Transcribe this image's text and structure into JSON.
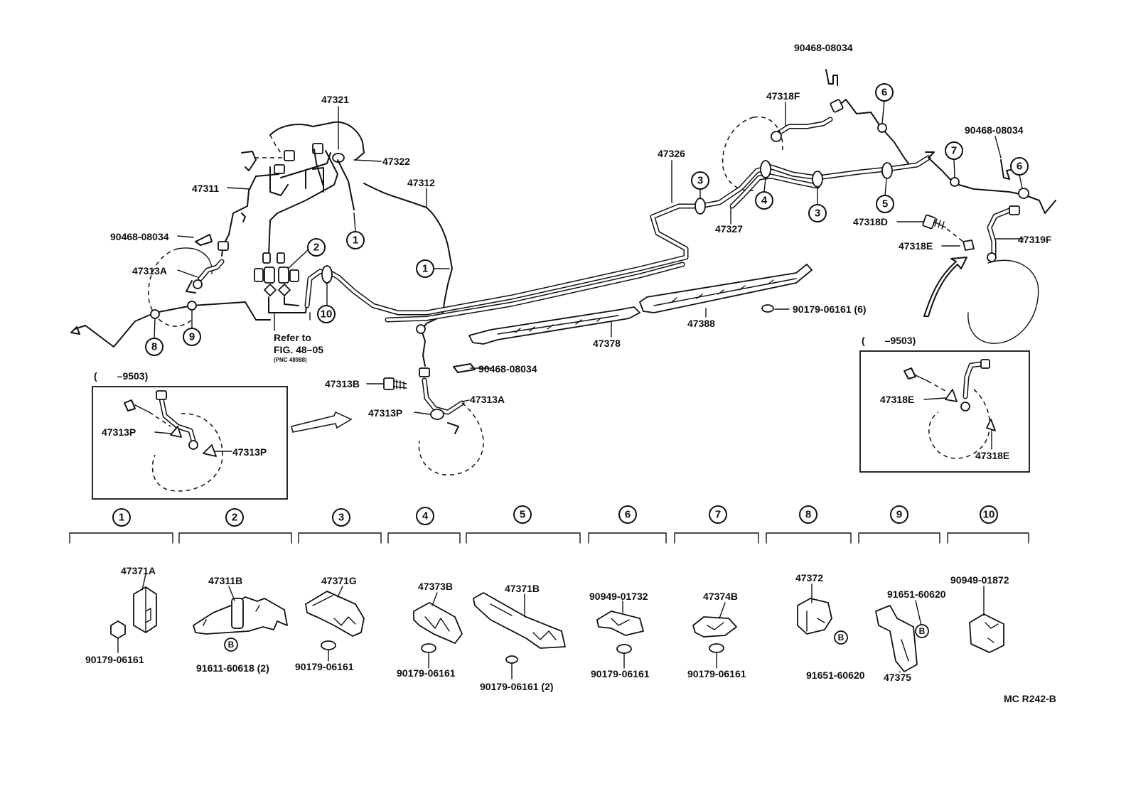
{
  "labels": {
    "p47321": "47321",
    "p47322": "47322",
    "p47312": "47312",
    "p47311": "47311",
    "clip_left": "90468-08034",
    "p47313A_left": "47313A",
    "refer1": "Refer to",
    "refer2": "FIG. 48–05",
    "refer3": "(PNC 48988)",
    "p47326": "47326",
    "p47327": "47327",
    "p47318F": "47318F",
    "clip_top": "90468-08034",
    "clip_right": "90468-08034",
    "p47318D": "47318D",
    "p47318E_main": "47318E",
    "p47319F": "47319F",
    "nut_6": "90179-06161 (6)",
    "p47388": "47388",
    "p47378": "47378",
    "clip_mid": "90468-08034",
    "p47313B": "47313B",
    "p47313A_mid": "47313A",
    "p47313P_mid": "47313P",
    "inset_left_range": "(　　–9503)",
    "inset_left_p1": "47313P",
    "inset_left_p2": "47313P",
    "inset_right_range": "(　　–9503)",
    "inset_right_p1": "47318E",
    "inset_right_p2": "47318E",
    "catalog_code": "MC R242-B",
    "bolt_letter": "B"
  },
  "callouts": {
    "c1": "1",
    "c2": "2",
    "c3": "3",
    "c4": "4",
    "c5": "5",
    "c6": "6",
    "c7": "7",
    "c8": "8",
    "c9": "9",
    "c10": "10"
  },
  "groups": [
    {
      "num": "1",
      "parts": [
        "47371A",
        "90179-06161"
      ]
    },
    {
      "num": "2",
      "parts": [
        "47311B",
        "91611-60618 (2)"
      ]
    },
    {
      "num": "3",
      "parts": [
        "47371G",
        "90179-06161"
      ]
    },
    {
      "num": "4",
      "parts": [
        "47373B",
        "90179-06161"
      ]
    },
    {
      "num": "5",
      "parts": [
        "47371B",
        "90179-06161 (2)"
      ]
    },
    {
      "num": "6",
      "parts": [
        "90949-01732",
        "90179-06161"
      ]
    },
    {
      "num": "7",
      "parts": [
        "47374B",
        "90179-06161"
      ]
    },
    {
      "num": "8",
      "parts": [
        "47372",
        "91651-60620"
      ]
    },
    {
      "num": "9",
      "parts": [
        "91651-60620",
        "47375"
      ]
    },
    {
      "num": "10",
      "parts": [
        "90949-01872"
      ]
    }
  ]
}
